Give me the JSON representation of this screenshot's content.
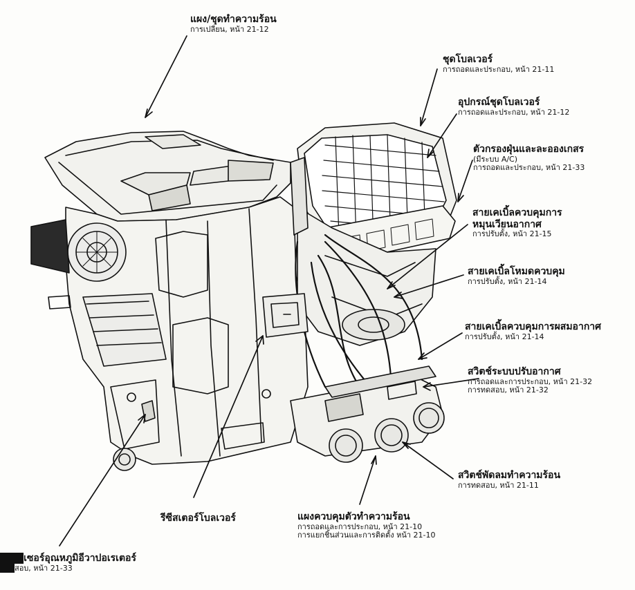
{
  "labels": {
    "heater_case": {
      "title": "แผง/ชุดทำความร้อน",
      "lines": [
        "การเปลี่ยน, หน้า 21-12"
      ]
    },
    "blower_unit": {
      "title": "ชุดโบลเวอร์",
      "lines": [
        "การถอดและประกอบ, หน้า 21-11"
      ]
    },
    "blower_parts": {
      "title": "อุปกรณ์ชุดโบลเวอร์",
      "lines": [
        "การถอดและประกอบ, หน้า 21-12"
      ]
    },
    "dust_filter": {
      "title": "ตัวกรองฝุ่นและละอองเกสร",
      "lines": [
        "(มีระบบ A/C)",
        "การถอดและประกอบ, หน้า 21-33"
      ]
    },
    "recirc_cable": {
      "title": "สายเคเบิ้ลควบคุมการ",
      "title2": "หมุนเวียนอากาศ",
      "lines": [
        "การปรับตั้ง, หน้า 21-15"
      ]
    },
    "mode_cable": {
      "title": "สายเคเบิ้ลโหมดควบคุม",
      "lines": [
        "การปรับตั้ง, หน้า 21-14"
      ]
    },
    "mix_cable": {
      "title": "สายเคเบิ้ลควบคุมการผสมอากาศ",
      "lines": [
        "การปรับตั้ง, หน้า 21-14"
      ]
    },
    "ac_switch": {
      "title": "สวิตช์ระบบปรับอากาศ",
      "lines": [
        "การถอดและการประกอบ, หน้า 21-32",
        "การทดสอบ, หน้า 21-32"
      ]
    },
    "fan_switch": {
      "title": "สวิตช์พัดลมทำความร้อน",
      "lines": [
        "การทดสอบ, หน้า 21-11"
      ]
    },
    "control_panel": {
      "title": "แผงควบคุมตัวทำความร้อน",
      "lines": [
        "การถอดและการประกอบ, หน้า 21-10",
        "การแยกชิ้นส่วนและการติดตั้ง หน้า 21-10"
      ]
    },
    "blower_resistor": {
      "title": "รีซีสเตอร์โบลเวอร์"
    },
    "evap_temp_sensor": {
      "title": "เซอร์อุณหภูมิอีวาปอเรเตอร์",
      "lines": [
        "สอบ, หน้า 21-33"
      ]
    }
  },
  "colors": {
    "ink": "#111111",
    "paper": "#fdfdfb"
  }
}
